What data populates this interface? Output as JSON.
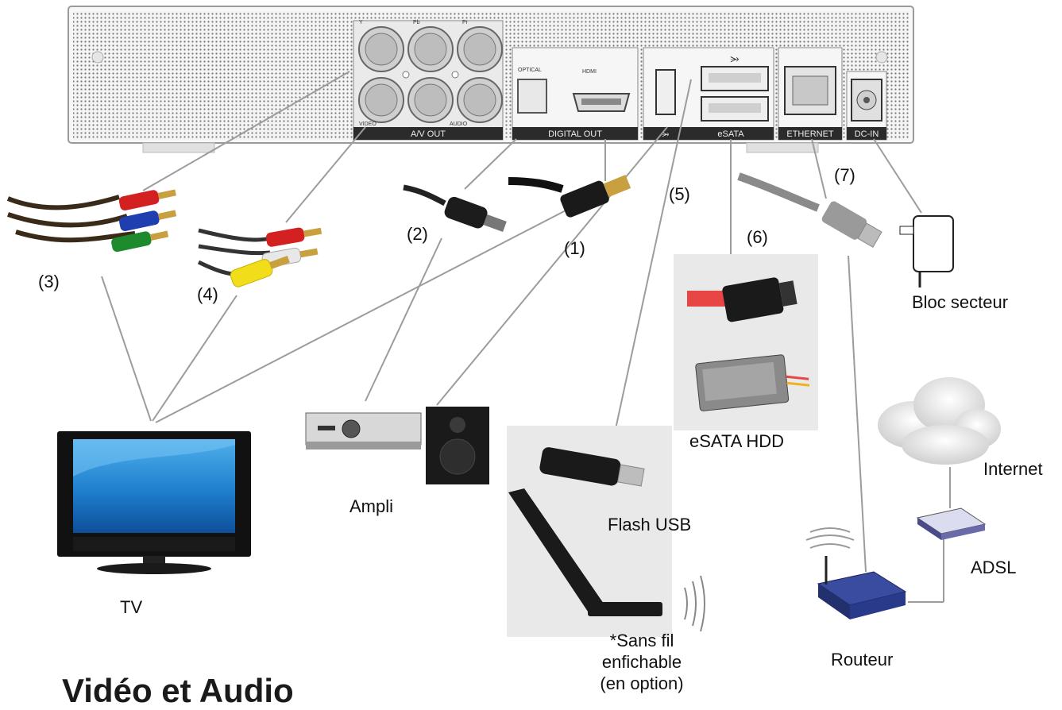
{
  "device": {
    "av_out": "A/V OUT",
    "digital_out": "DIGITAL OUT",
    "usb_symbol": "⮃",
    "esata": "eSATA",
    "ethernet": "ETHERNET",
    "dc_in": "DC-IN",
    "optical": "OPTICAL",
    "hdmi": "HDMI",
    "video": "VIDEO",
    "audio": "AUDIO",
    "y": "Y",
    "pb": "Pb",
    "pr": "Pr"
  },
  "callouts": {
    "c1": "(1)",
    "c2": "(2)",
    "c3": "(3)",
    "c4": "(4)",
    "c5": "(5)",
    "c6": "(6)",
    "c7": "(7)"
  },
  "labels": {
    "tv": "TV",
    "ampli": "Ampli",
    "flash_usb": "Flash USB",
    "wireless_line1": "*Sans fil",
    "wireless_line2": "enfichable",
    "wireless_line3": "(en option)",
    "esata_hdd": "eSATA HDD",
    "bloc_secteur": "Bloc secteur",
    "internet": "Internet",
    "adsl": "ADSL",
    "routeur": "Routeur"
  },
  "section_title": "Vidéo et Audio",
  "colors": {
    "device_body": "#f2f2f2",
    "label_bar": "#2b2b2b",
    "cable_red": "#d32020",
    "cable_green": "#1e8a2e",
    "cable_blue": "#1f3fb0",
    "cable_yellow": "#f2dd1a",
    "cable_white": "#e8e8e8",
    "router_blue": "#2a3a8a",
    "line": "#999999"
  }
}
